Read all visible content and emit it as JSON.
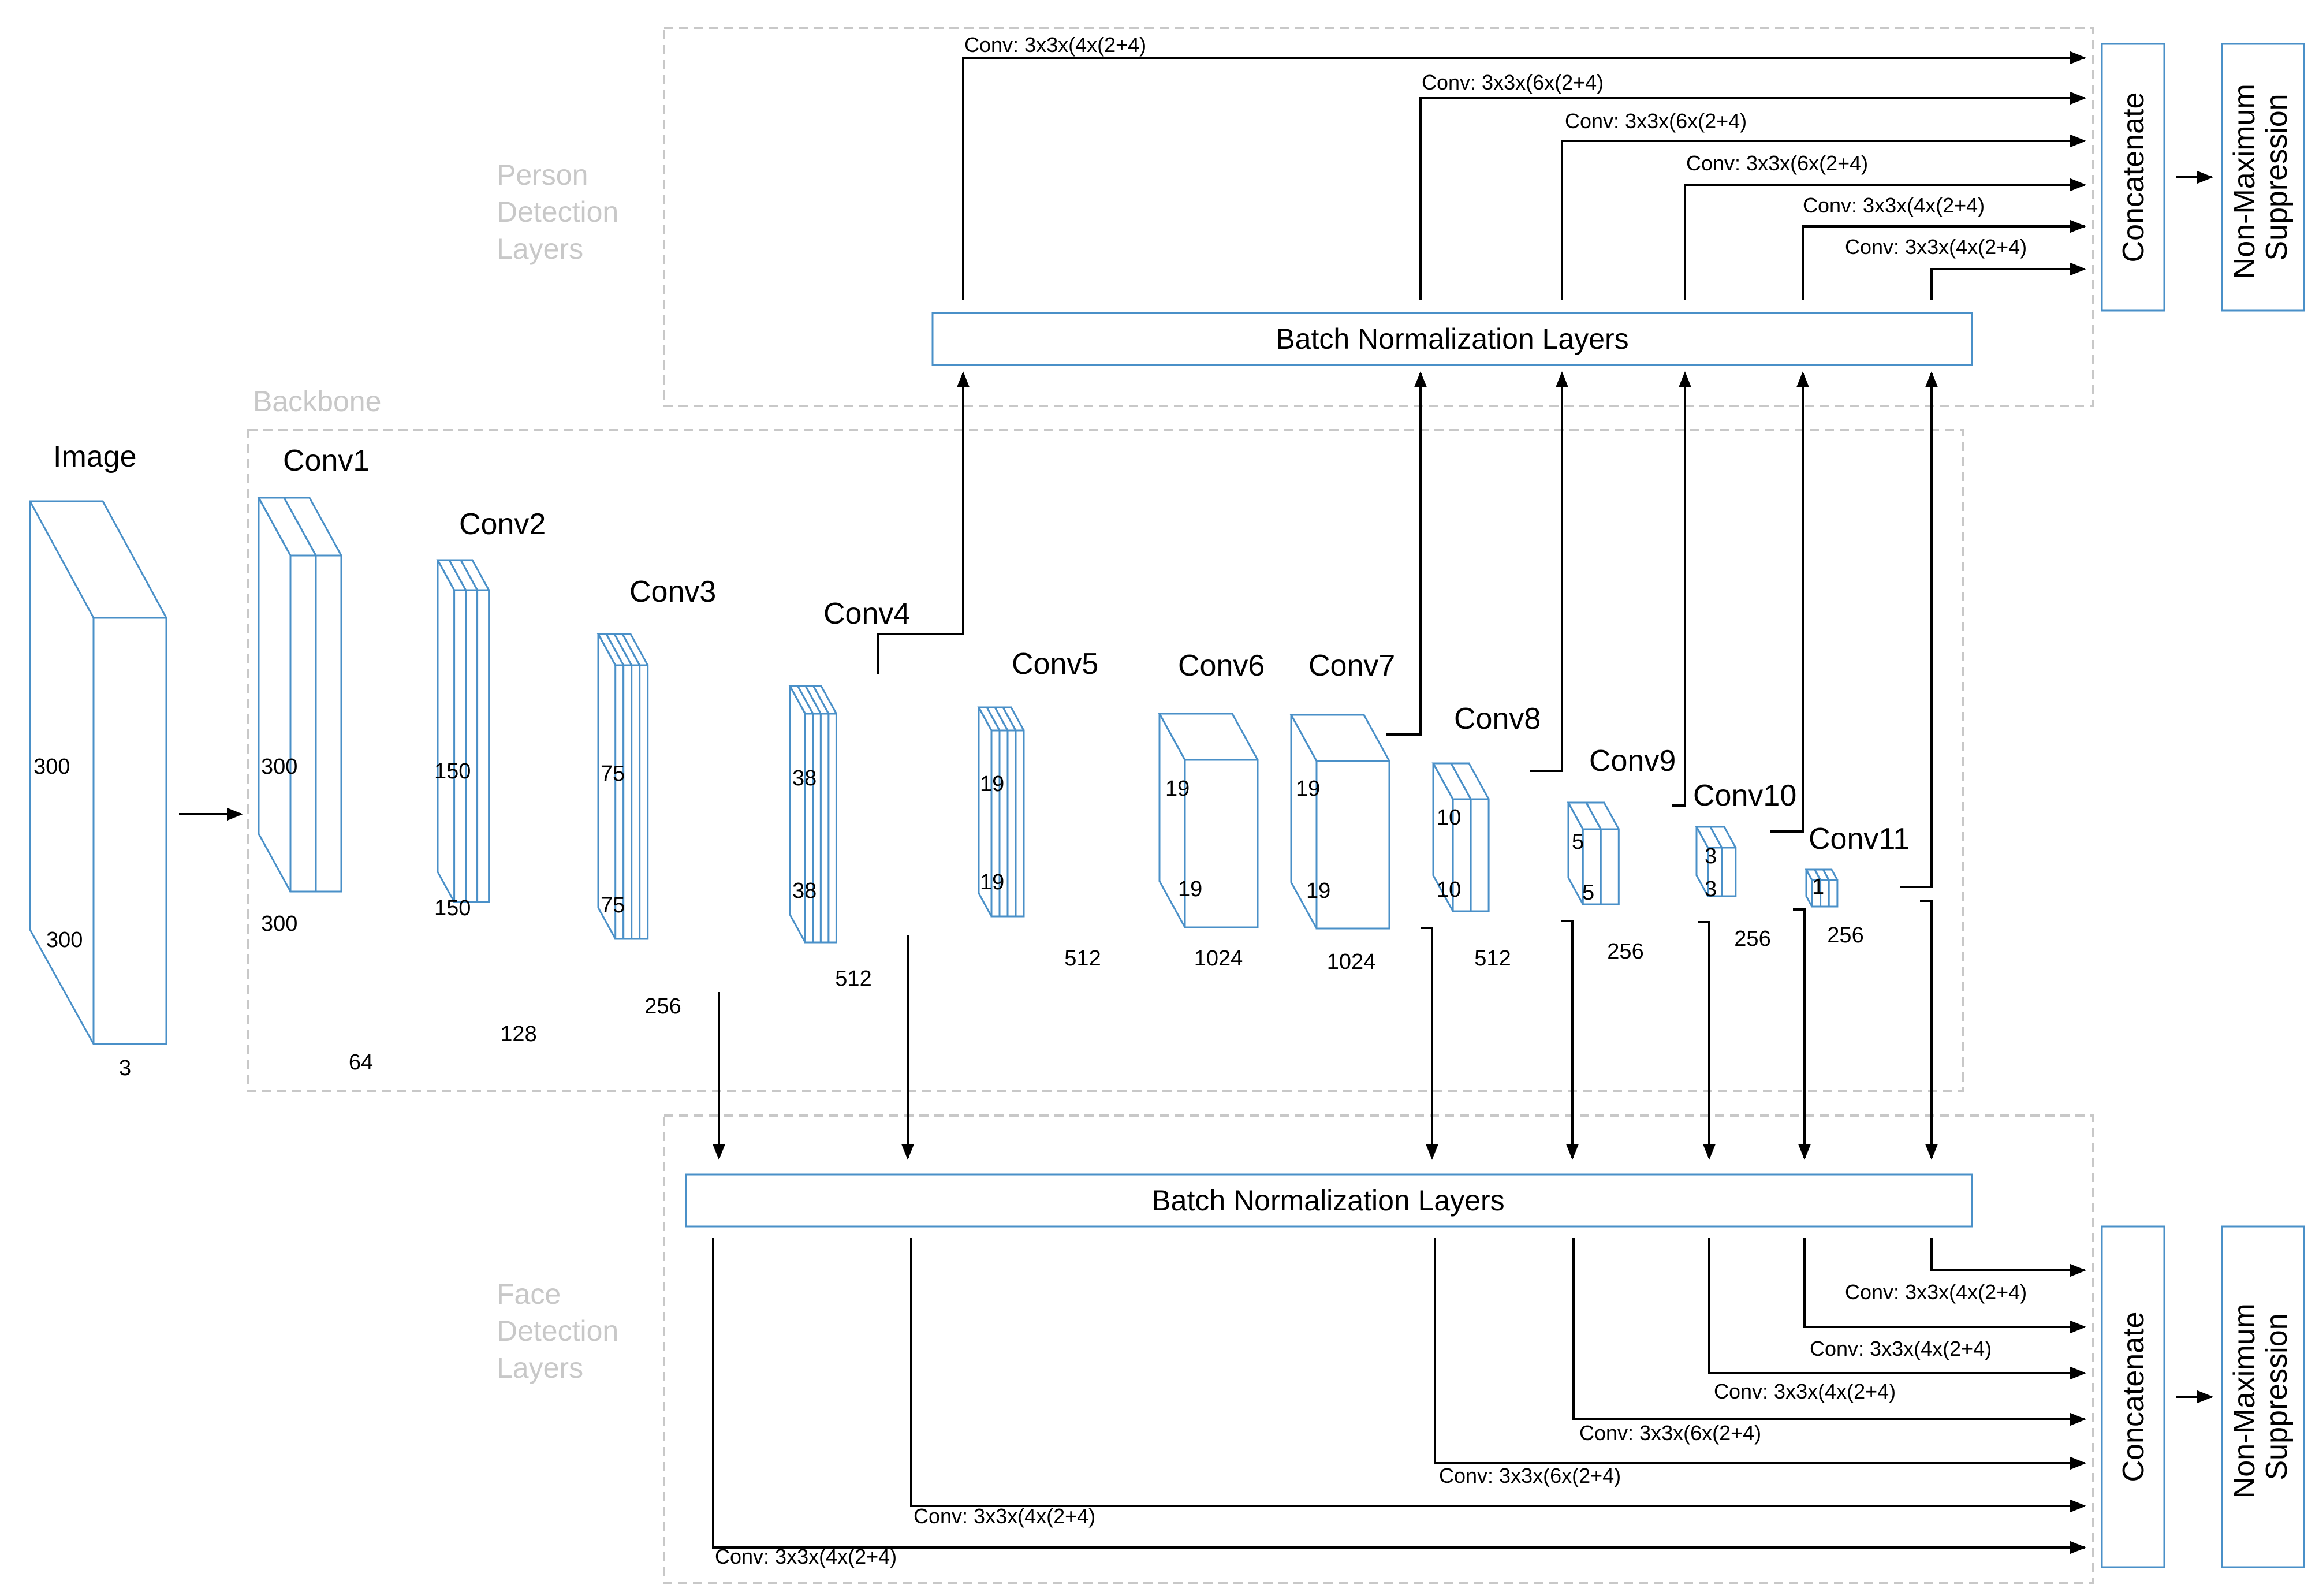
{
  "regions": {
    "person": "Person\nDetection\nLayers",
    "backbone": "Backbone",
    "face": "Face\nDetection\nLayers"
  },
  "image_block": {
    "title": "Image",
    "h": "300",
    "w": "300",
    "c": "3"
  },
  "layers": [
    {
      "title": "Conv1",
      "d1": "300",
      "d2": "300",
      "ch": "64"
    },
    {
      "title": "Conv2",
      "d1": "150",
      "d2": "150",
      "ch": "128"
    },
    {
      "title": "Conv3",
      "d1": "75",
      "d2": "75",
      "ch": "256"
    },
    {
      "title": "Conv4",
      "d1": "38",
      "d2": "38",
      "ch": "512"
    },
    {
      "title": "Conv5",
      "d1": "19",
      "d2": "19",
      "ch": "512"
    },
    {
      "title": "Conv6",
      "d1": "19",
      "d2": "19",
      "ch": "1024"
    },
    {
      "title": "Conv7",
      "d1": "19",
      "d2": "19",
      "ch": "1024"
    },
    {
      "title": "Conv8",
      "d1": "10",
      "d2": "10",
      "ch": "512"
    },
    {
      "title": "Conv9",
      "d1": "5",
      "d2": "5",
      "ch": "256"
    },
    {
      "title": "Conv10",
      "d1": "3",
      "d2": "3",
      "ch": "256"
    },
    {
      "title": "Conv11",
      "d1": "1",
      "d2": "",
      "ch": "256"
    }
  ],
  "batch_norm_label": "Batch Normalization Layers",
  "person_convs": [
    "Conv: 3x3x(4x(2+4)",
    "Conv: 3x3x(6x(2+4)",
    "Conv: 3x3x(6x(2+4)",
    "Conv: 3x3x(6x(2+4)",
    "Conv: 3x3x(4x(2+4)",
    "Conv: 3x3x(4x(2+4)"
  ],
  "face_convs": [
    "Conv: 3x3x(4x(2+4)",
    "Conv: 3x3x(4x(2+4)",
    "Conv: 3x3x(6x(2+4)",
    "Conv: 3x3x(6x(2+4)",
    "Conv: 3x3x(4x(2+4)",
    "Conv: 3x3x(4x(2+4)"
  ],
  "concatenate_label": "Concatenate",
  "nms_label": "Non-Maximum\nSuppression"
}
